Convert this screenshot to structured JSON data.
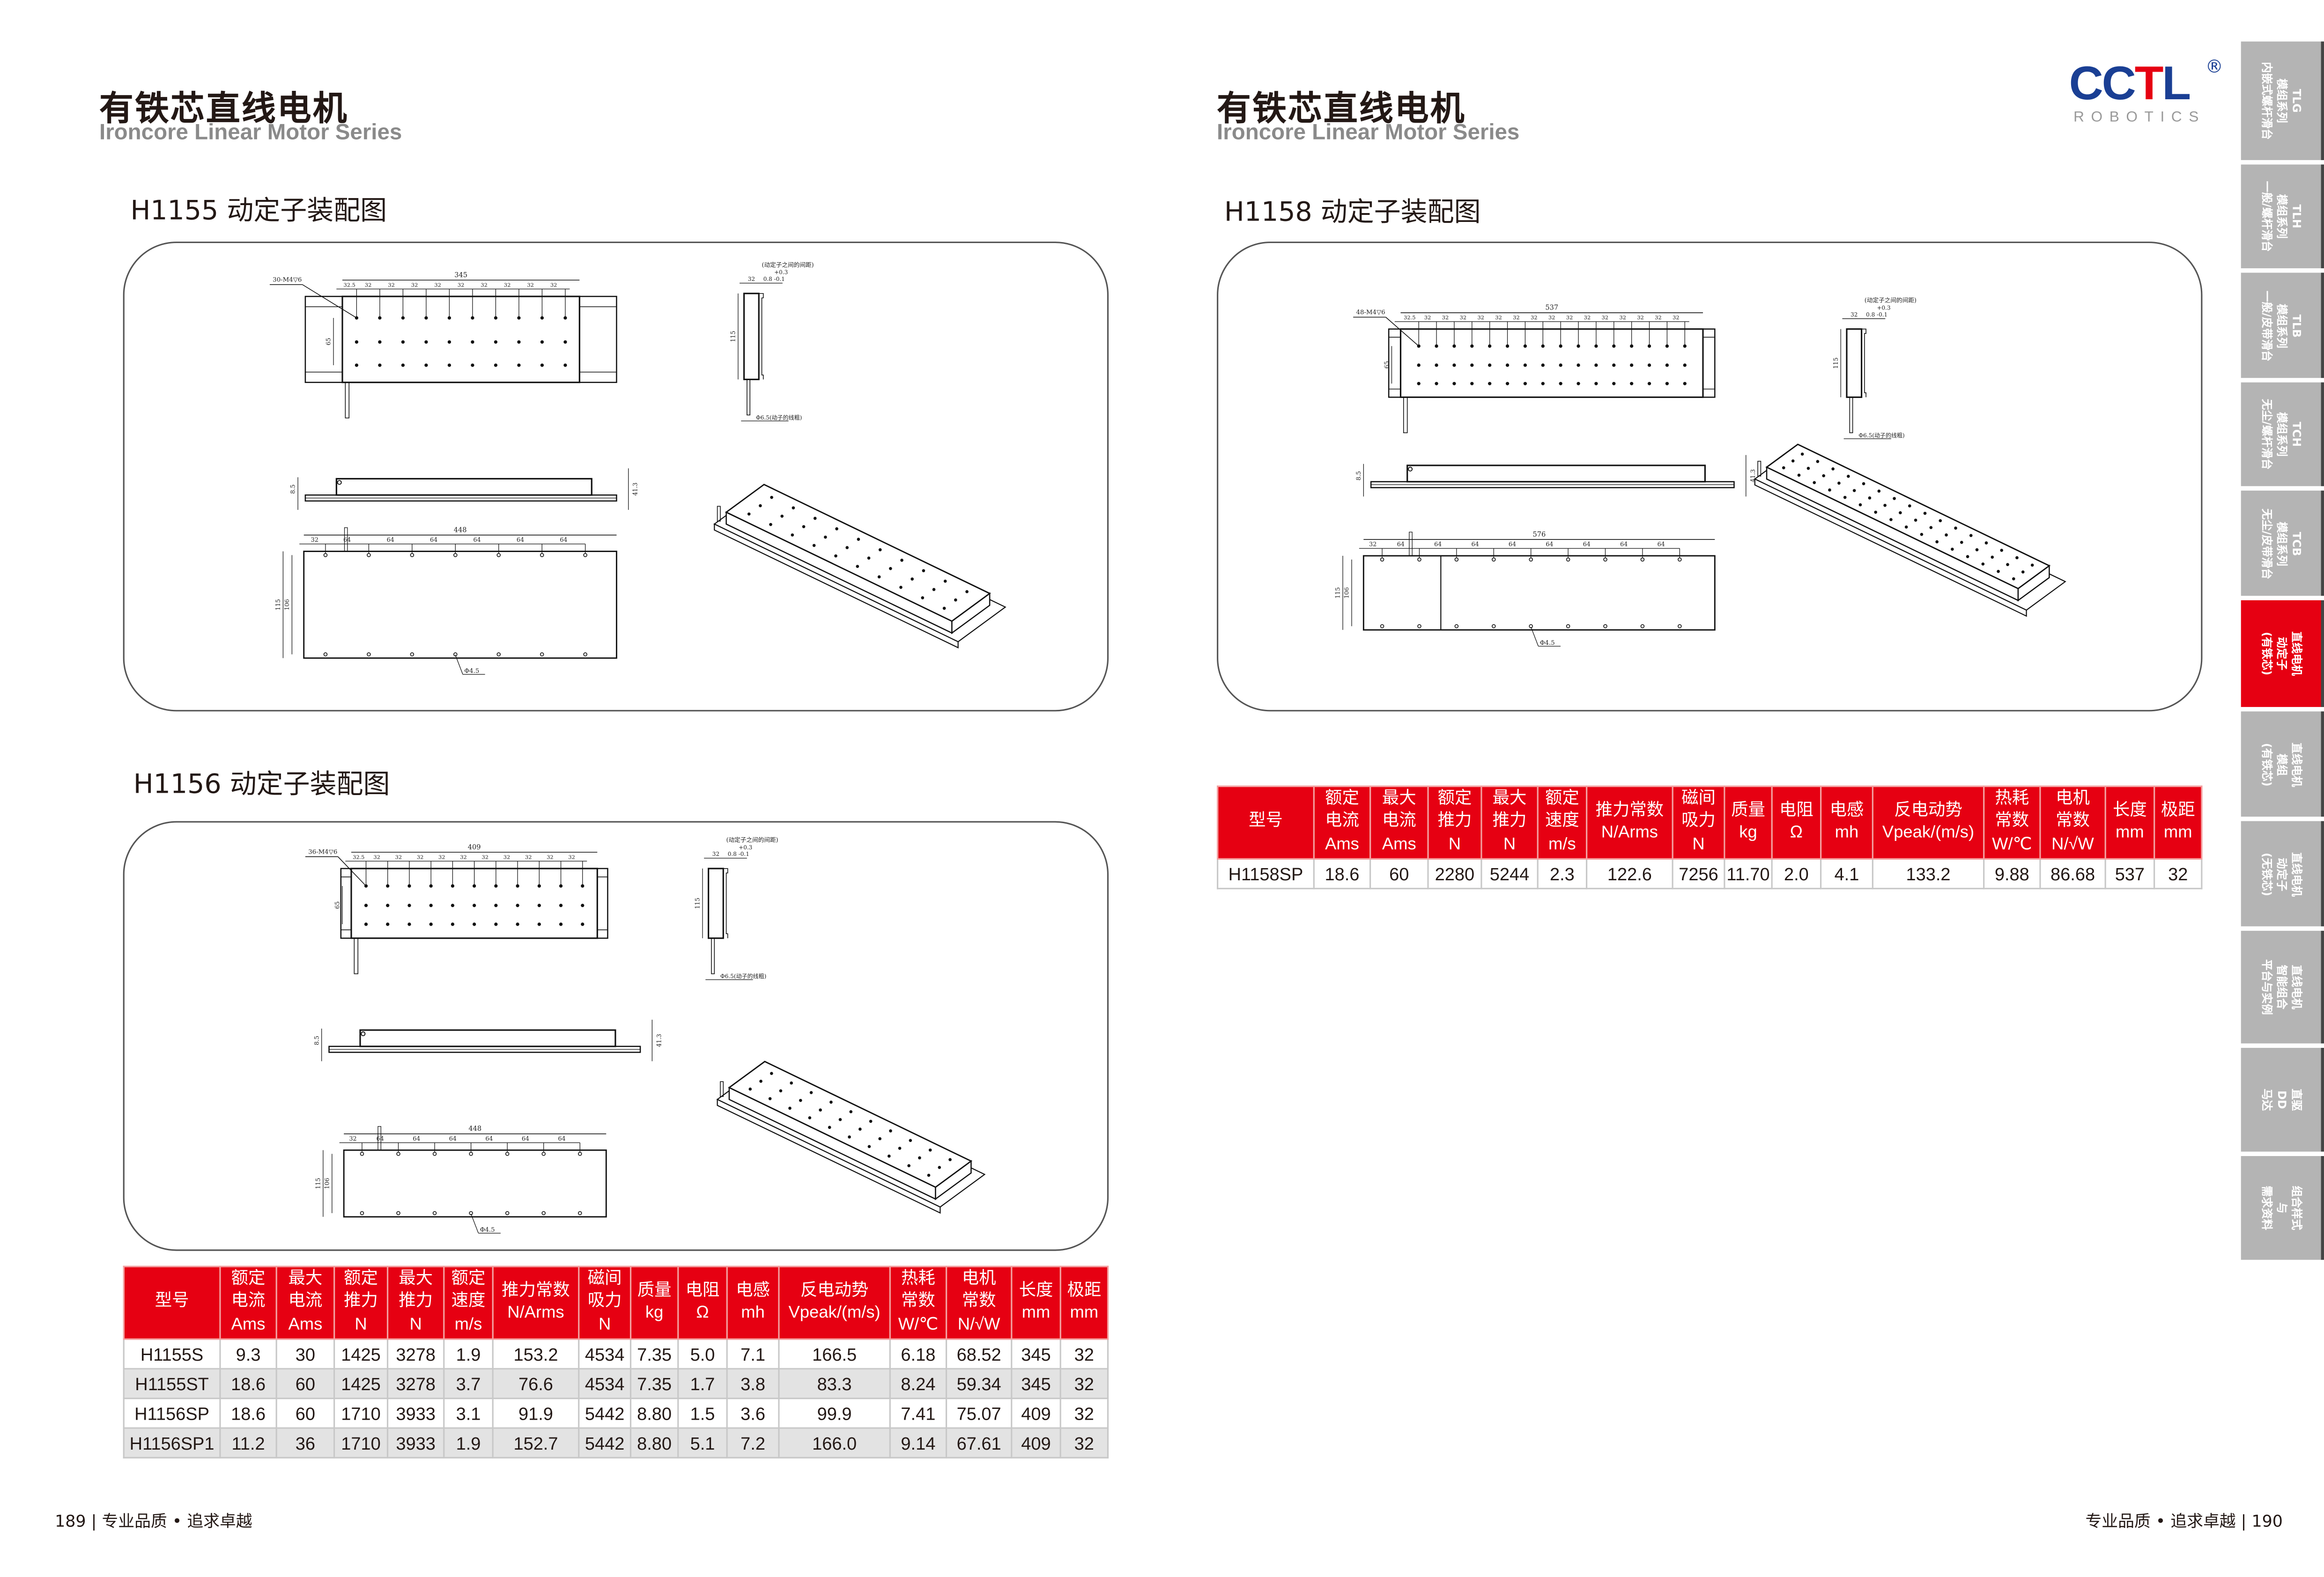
{
  "left_page": {
    "title": "有铁芯直线电机",
    "subtitle": "Ironcore Linear Motor Series",
    "sections": [
      {
        "heading": "H1155 动定子装配图",
        "drawing": {
          "hole_callout": "30-M4▽6",
          "length": "345",
          "first_pitch": "32.5",
          "pitch": "32",
          "hole_row_span": "65",
          "gap_note": "(动定子之间的间距)",
          "gap_tol_plus": "+0.3",
          "gap_value": "0.8 -0.1",
          "mover_thickness": "32",
          "height": "115",
          "cable": "Φ6.5(动子的线粗)",
          "profile_left": "8.5",
          "profile_right": "41.3",
          "stator_length": "448",
          "stator_first": "32",
          "stator_pitch": "64",
          "stator_width": "115",
          "stator_hole_span": "106",
          "stator_hole": "Φ4.5"
        }
      },
      {
        "heading": "H1156 动定子装配图",
        "drawing": {
          "hole_callout": "36-M4▽6",
          "length": "409",
          "first_pitch": "32.5",
          "pitch": "32",
          "hole_row_span": "65",
          "gap_note": "(动定子之间的间距)",
          "gap_tol_plus": "+0.3",
          "gap_value": "0.8 -0.1",
          "mover_thickness": "32",
          "height": "115",
          "cable": "Φ6.5(动子的线粗)",
          "profile_left": "8.5",
          "profile_right": "41.3",
          "stator_length": "448",
          "stator_first": "32",
          "stator_pitch": "64",
          "stator_width": "115",
          "stator_hole_span": "106",
          "stator_hole": "Φ4.5"
        }
      }
    ],
    "table": {
      "headers": [
        [
          "型号"
        ],
        [
          "额定",
          "电流",
          "Ams"
        ],
        [
          "最大",
          "电流",
          "Ams"
        ],
        [
          "额定",
          "推力",
          "N"
        ],
        [
          "最大",
          "推力",
          "N"
        ],
        [
          "额定",
          "速度",
          "m/s"
        ],
        [
          "推力常数",
          "N/Arms"
        ],
        [
          "磁间",
          "吸力",
          "N"
        ],
        [
          "质量",
          "kg"
        ],
        [
          "电阻",
          "Ω"
        ],
        [
          "电感",
          "mh"
        ],
        [
          "反电动势",
          "Vpeak/(m/s)"
        ],
        [
          "热耗",
          "常数",
          "W/℃"
        ],
        [
          "电机",
          "常数",
          "N/√W"
        ],
        [
          "长度",
          "mm"
        ],
        [
          "极距",
          "mm"
        ]
      ],
      "rows": [
        [
          "H1155S",
          "9.3",
          "30",
          "1425",
          "3278",
          "1.9",
          "153.2",
          "4534",
          "7.35",
          "5.0",
          "7.1",
          "166.5",
          "6.18",
          "68.52",
          "345",
          "32"
        ],
        [
          "H1155ST",
          "18.6",
          "60",
          "1425",
          "3278",
          "3.7",
          "76.6",
          "4534",
          "7.35",
          "1.7",
          "3.8",
          "83.3",
          "8.24",
          "59.34",
          "345",
          "32"
        ],
        [
          "H1156SP",
          "18.6",
          "60",
          "1710",
          "3933",
          "3.1",
          "91.9",
          "5442",
          "8.80",
          "1.5",
          "3.6",
          "99.9",
          "7.41",
          "75.07",
          "409",
          "32"
        ],
        [
          "H1156SP1",
          "11.2",
          "36",
          "1710",
          "3933",
          "1.9",
          "152.7",
          "5442",
          "8.80",
          "5.1",
          "7.2",
          "166.0",
          "9.14",
          "67.61",
          "409",
          "32"
        ]
      ]
    },
    "footer": {
      "page": "189",
      "sep": "|",
      "slogan": "专业品质 • 追求卓越"
    }
  },
  "right_page": {
    "title": "有铁芯直线电机",
    "subtitle": "Ironcore Linear Motor Series",
    "logo": {
      "mark_c1": "C",
      "mark_c2": "C",
      "mark_t": "T",
      "mark_l": "L",
      "registered": "®",
      "tagline": "ROBOTICS"
    },
    "sections": [
      {
        "heading": "H1158 动定子装配图",
        "drawing": {
          "hole_callout": "48-M4▽6",
          "length": "537",
          "first_pitch": "32.5",
          "pitch": "32",
          "hole_row_span": "65",
          "gap_note": "(动定子之间的间距)",
          "gap_tol_plus": "+0.3",
          "gap_value": "0.8 -0.1",
          "mover_thickness": "32",
          "height": "115",
          "cable": "Φ6.5(动子的线粗)",
          "profile_left": "8.5",
          "profile_right": "41.3",
          "stator_length": "576",
          "stator_first": "32",
          "stator_pitch": "64",
          "stator_width": "115",
          "stator_hole_span": "106",
          "stator_hole": "Φ4.5"
        }
      }
    ],
    "table": {
      "headers": [
        [
          "型号"
        ],
        [
          "额定",
          "电流",
          "Ams"
        ],
        [
          "最大",
          "电流",
          "Ams"
        ],
        [
          "额定",
          "推力",
          "N"
        ],
        [
          "最大",
          "推力",
          "N"
        ],
        [
          "额定",
          "速度",
          "m/s"
        ],
        [
          "推力常数",
          "N/Arms"
        ],
        [
          "磁间",
          "吸力",
          "N"
        ],
        [
          "质量",
          "kg"
        ],
        [
          "电阻",
          "Ω"
        ],
        [
          "电感",
          "mh"
        ],
        [
          "反电动势",
          "Vpeak/(m/s)"
        ],
        [
          "热耗",
          "常数",
          "W/℃"
        ],
        [
          "电机",
          "常数",
          "N/√W"
        ],
        [
          "长度",
          "mm"
        ],
        [
          "极距",
          "mm"
        ]
      ],
      "rows": [
        [
          "H1158SP",
          "18.6",
          "60",
          "2280",
          "5244",
          "2.3",
          "122.6",
          "7256",
          "11.70",
          "2.0",
          "4.1",
          "133.2",
          "9.88",
          "86.68",
          "537",
          "32"
        ]
      ]
    },
    "footer": {
      "page": "190",
      "sep": "|",
      "slogan": "专业品质 • 追求卓越"
    }
  },
  "side_tabs": [
    {
      "lines": [
        "TLG",
        "模组系列",
        "内嵌式螺杆滑台"
      ],
      "active": false
    },
    {
      "lines": [
        "TLH",
        "模组系列",
        "一般/螺杆滑台"
      ],
      "active": false
    },
    {
      "lines": [
        "TLB",
        "模组系列",
        "一般/皮带滑台"
      ],
      "active": false
    },
    {
      "lines": [
        "TCH",
        "模组系列",
        "无尘/螺杆滑台"
      ],
      "active": false
    },
    {
      "lines": [
        "TCB",
        "模组系列",
        "无尘/皮带滑台"
      ],
      "active": false
    },
    {
      "lines": [
        "直线电机",
        "动定子",
        "(有铁芯)"
      ],
      "active": true
    },
    {
      "lines": [
        "直线电机",
        "模组",
        "(有铁芯)"
      ],
      "active": false
    },
    {
      "lines": [
        "直线电机",
        "动定子",
        "(无铁芯)"
      ],
      "active": false
    },
    {
      "lines": [
        "直线电机",
        "智能组合",
        "平台与实例"
      ],
      "active": false
    },
    {
      "lines": [
        "直驱",
        "DD",
        "马达"
      ],
      "active": false
    },
    {
      "lines": [
        "组合样式",
        "与",
        "需求资料"
      ],
      "active": false
    }
  ],
  "colors": {
    "accent_red": "#e60012",
    "brand_blue": "#1a3f94",
    "tab_gray": "#b4b4b4",
    "row_alt": "#e3e3e3"
  }
}
